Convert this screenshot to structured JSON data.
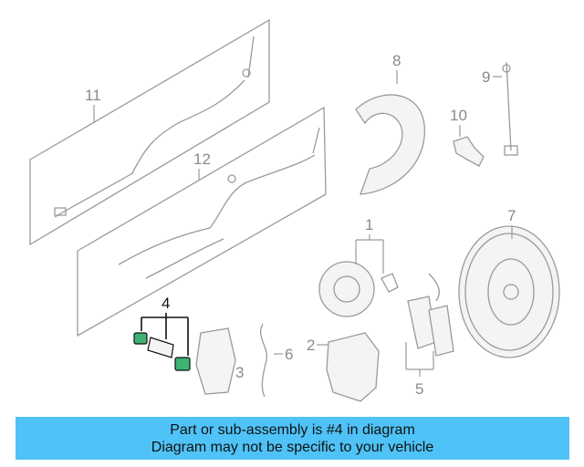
{
  "callouts": {
    "c1": "1",
    "c2": "2",
    "c3": "3",
    "c4": "4",
    "c5": "5",
    "c6": "6",
    "c7": "7",
    "c8": "8",
    "c9": "9",
    "c10": "10",
    "c11": "11",
    "c12": "12"
  },
  "highlighted_part": "4",
  "banner": {
    "line1": "Part or sub-assembly is #4 in diagram",
    "line2": "Diagram may not be specific to your vehicle"
  },
  "colors": {
    "banner_bg": "#4fc3f7",
    "line_art": "#9a9a9a",
    "highlight": "#111111",
    "part_accent": "#3cb371"
  }
}
